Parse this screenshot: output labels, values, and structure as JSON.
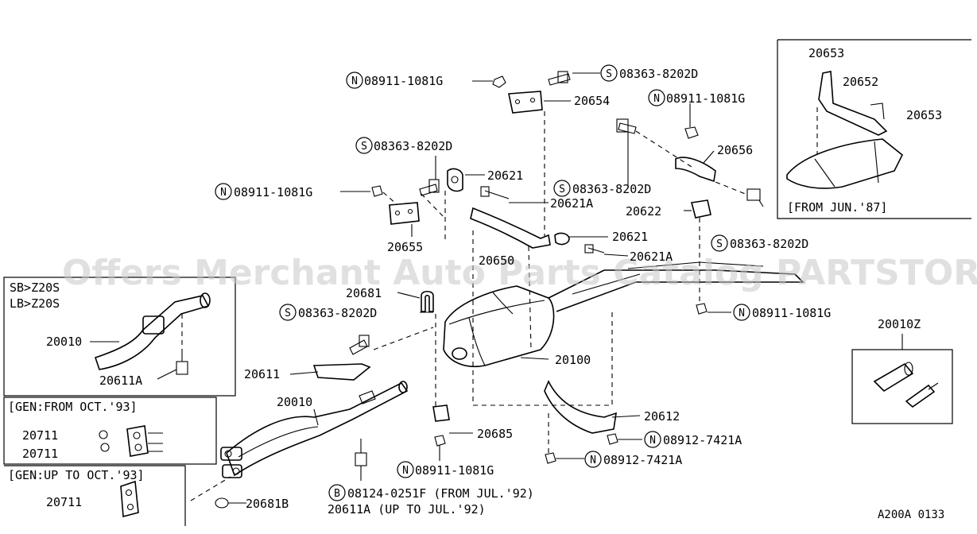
{
  "watermark": "Offers Merchant Auto Parts Catalog PARTSTORE.SA",
  "figure_code": "A200A 0133",
  "prefix_letters": {
    "n": "N",
    "s": "S",
    "b": "B"
  },
  "insets": {
    "engine": {
      "line1": "SB>Z20S",
      "line2": "LB>Z20S"
    },
    "gen_from": "[GEN:FROM OCT.'93]",
    "gen_upto": "[GEN:UP TO OCT.'93]",
    "from_jun87": "[FROM JUN.'87]"
  },
  "labels": {
    "n_08911_a": "08911-1081G",
    "s_08363_a": "08363-8202D",
    "p_20654": "20654",
    "n_08911_b": "08911-1081G",
    "s_08363_b": "08363-8202D",
    "p_20621_a": "20621",
    "n_08911_c": "08911-1081G",
    "s_08363_c": "08363-8202D",
    "p_20621A_a": "20621A",
    "p_20656": "20656",
    "p_20622": "20622",
    "p_20655": "20655",
    "p_20621_b": "20621",
    "s_08363_d": "08363-8202D",
    "p_20650": "20650",
    "p_20621A_b": "20621A",
    "p_20681": "20681",
    "s_08363_e": "08363-8202D",
    "n_08911_d": "08911-1081G",
    "p_20010_a": "20010",
    "p_20611A_a": "20611A",
    "p_20611": "20611",
    "p_20100": "20100",
    "p_20010Z": "20010Z",
    "p_20010_b": "20010",
    "p_20612": "20612",
    "p_20685": "20685",
    "n_08912_a": "08912-7421A",
    "n_08912_b": "08912-7421A",
    "n_08911_e": "08911-1081G",
    "b_08124": "08124-0251F (FROM JUL.'92)",
    "p_20611A_b": "20611A (UP TO JUL.'92)",
    "p_20681B": "20681B",
    "p_20711_a": "20711",
    "p_20711_b": "20711",
    "p_20711_c": "20711",
    "p_20653_a": "20653",
    "p_20652": "20652",
    "p_20653_b": "20653"
  }
}
